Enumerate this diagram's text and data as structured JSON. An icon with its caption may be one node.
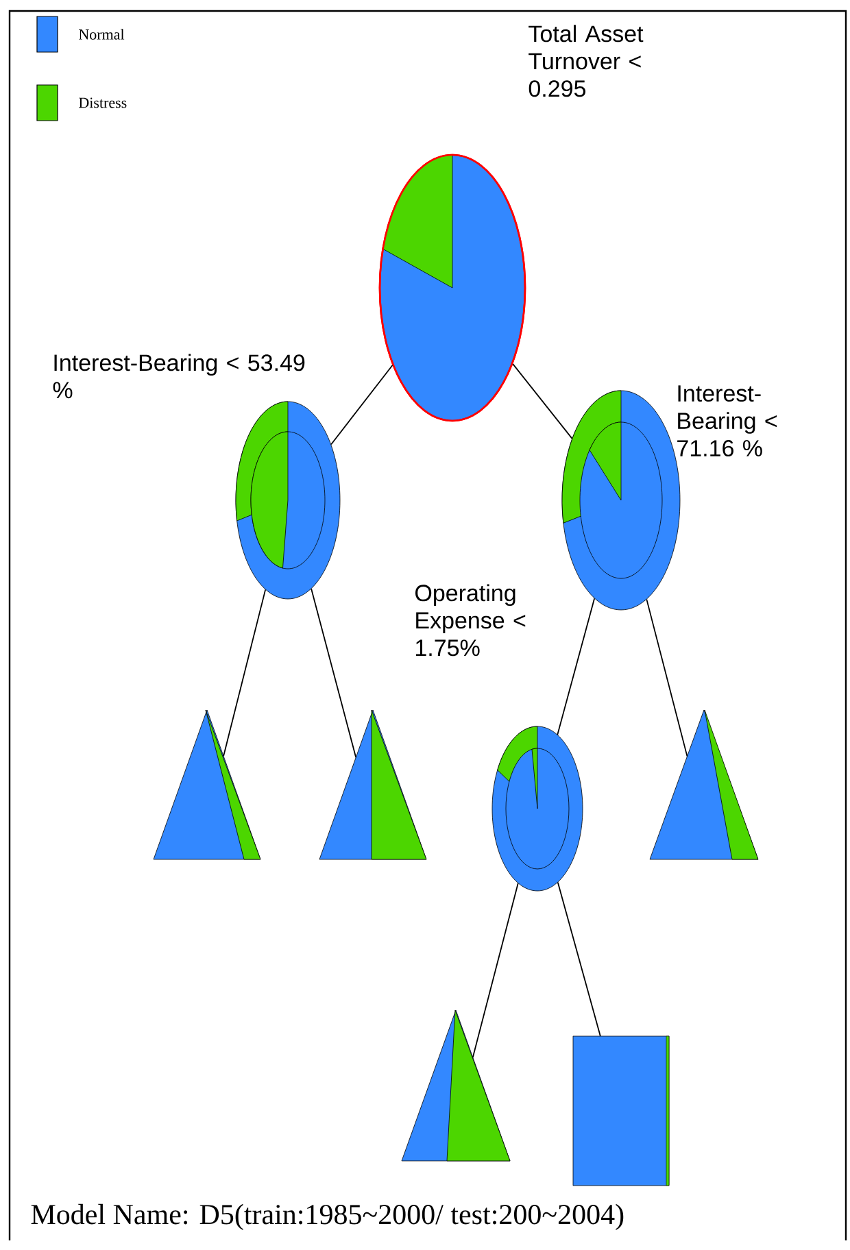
{
  "diagram": {
    "caption": "Model Name: D5(train:1985~2000/ test:200~2004)",
    "nodes": [
      {
        "text": [
          "Total Asset Turnover < 0.295"
        ]
      },
      {
        "text": [
          "Interest-Bearing < 53.49 %"
        ]
      },
      {
        "text": [
          "Interest-Bearing < 71.16 %"
        ]
      },
      {
        "text": [],
        "shape": "triangle"
      },
      {
        "text": [],
        "shape": "triangle"
      },
      {
        "text": [
          "Operating Expense < 1.75%"
        ]
      },
      {
        "text": [],
        "shape": "triangle"
      },
      {
        "text": [],
        "shape": "triangle"
      },
      {
        "text": [],
        "shape": "box"
      }
    ],
    "edges": [
      {
        "from": 0,
        "to": 1,
        "arrow": "none"
      },
      {
        "from": 0,
        "to": 2,
        "arrow": "none"
      },
      {
        "from": 1,
        "to": 3,
        "arrow": "none"
      },
      {
        "from": 1,
        "to": 4,
        "arrow": "none"
      },
      {
        "from": 2,
        "to": 5,
        "arrow": "none"
      },
      {
        "from": 2,
        "to": 6,
        "arrow": "none"
      },
      {
        "from": 5,
        "to": 7,
        "arrow": "none"
      },
      {
        "from": 5,
        "to": 8,
        "arrow": "none"
      }
    ],
    "legend": [
      {
        "text": "Normal",
        "color": "#3388ff"
      },
      {
        "text": "Distress",
        "color": "#4cd600"
      }
    ]
  }
}
